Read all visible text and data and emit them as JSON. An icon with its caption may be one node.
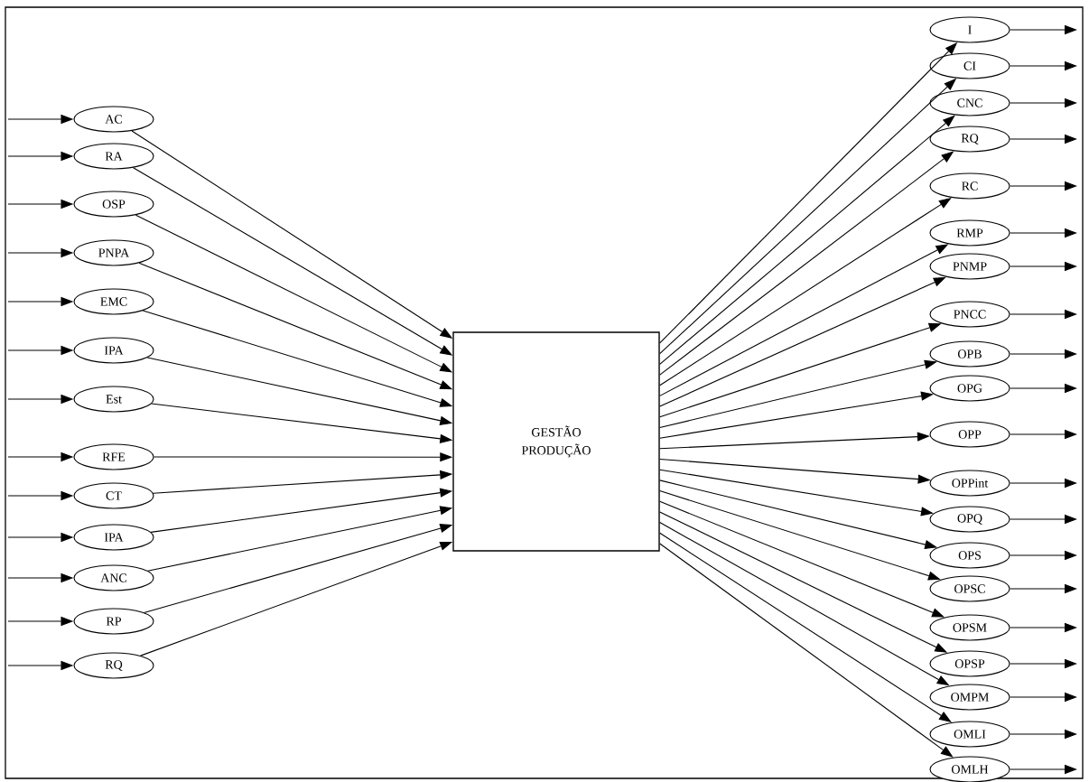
{
  "diagram": {
    "nodes": [
      {
        "text": [
          "AC"
        ]
      },
      {
        "text": [
          "RA"
        ]
      },
      {
        "text": [
          "OSP"
        ]
      },
      {
        "text": [
          "PNPA"
        ]
      },
      {
        "text": [
          "EMC"
        ]
      },
      {
        "text": [
          "IPA"
        ]
      },
      {
        "text": [
          "Est"
        ]
      },
      {
        "text": [
          "RFE"
        ]
      },
      {
        "text": [
          "CT"
        ]
      },
      {
        "text": [
          "IPA"
        ]
      },
      {
        "text": [
          "ANC"
        ]
      },
      {
        "text": [
          "RP"
        ]
      },
      {
        "text": [
          "RQ"
        ]
      },
      {
        "text": [
          "GESTÃO PRODUÇÃO"
        ]
      },
      {
        "text": [
          "I"
        ]
      },
      {
        "text": [
          "CI"
        ]
      },
      {
        "text": [
          "CNC"
        ]
      },
      {
        "text": [
          "RQ"
        ]
      },
      {
        "text": [
          "RC"
        ]
      },
      {
        "text": [
          "RMP"
        ]
      },
      {
        "text": [
          "PNMP"
        ]
      },
      {
        "text": [
          "PNCC"
        ]
      },
      {
        "text": [
          "OPB"
        ]
      },
      {
        "text": [
          "OPG"
        ]
      },
      {
        "text": [
          "OPP"
        ]
      },
      {
        "text": [
          "OPPint"
        ]
      },
      {
        "text": [
          "OPQ"
        ]
      },
      {
        "text": [
          "OPS"
        ]
      },
      {
        "text": [
          "OPSC"
        ]
      },
      {
        "text": [
          "OPSM"
        ]
      },
      {
        "text": [
          "OPSP"
        ]
      },
      {
        "text": [
          "OMPM"
        ]
      },
      {
        "text": [
          "OMLI"
        ]
      },
      {
        "text": [
          "OMLH"
        ]
      }
    ],
    "edges": [
      {
        "from": null,
        "to": 0,
        "arrow": "to"
      },
      {
        "from": null,
        "to": 1,
        "arrow": "to"
      },
      {
        "from": null,
        "to": 2,
        "arrow": "to"
      },
      {
        "from": null,
        "to": 3,
        "arrow": "to"
      },
      {
        "from": null,
        "to": 4,
        "arrow": "to"
      },
      {
        "from": null,
        "to": 5,
        "arrow": "to"
      },
      {
        "from": null,
        "to": 6,
        "arrow": "to"
      },
      {
        "from": null,
        "to": 7,
        "arrow": "to"
      },
      {
        "from": null,
        "to": 8,
        "arrow": "to"
      },
      {
        "from": null,
        "to": 9,
        "arrow": "to"
      },
      {
        "from": null,
        "to": 10,
        "arrow": "to"
      },
      {
        "from": null,
        "to": 11,
        "arrow": "to"
      },
      {
        "from": null,
        "to": 12,
        "arrow": "to"
      },
      {
        "from": 0,
        "to": 13,
        "arrow": "to"
      },
      {
        "from": 1,
        "to": 13,
        "arrow": "to"
      },
      {
        "from": 2,
        "to": 13,
        "arrow": "to"
      },
      {
        "from": 3,
        "to": 13,
        "arrow": "to"
      },
      {
        "from": 4,
        "to": 13,
        "arrow": "to"
      },
      {
        "from": 5,
        "to": 13,
        "arrow": "to"
      },
      {
        "from": 6,
        "to": 13,
        "arrow": "to"
      },
      {
        "from": 7,
        "to": 13,
        "arrow": "to"
      },
      {
        "from": 8,
        "to": 13,
        "arrow": "to"
      },
      {
        "from": 9,
        "to": 13,
        "arrow": "to"
      },
      {
        "from": 10,
        "to": 13,
        "arrow": "to"
      },
      {
        "from": 11,
        "to": 13,
        "arrow": "to"
      },
      {
        "from": 12,
        "to": 13,
        "arrow": "to"
      },
      {
        "from": 13,
        "to": 14,
        "arrow": "to"
      },
      {
        "from": 13,
        "to": 15,
        "arrow": "to"
      },
      {
        "from": 13,
        "to": 16,
        "arrow": "to"
      },
      {
        "from": 13,
        "to": 17,
        "arrow": "to"
      },
      {
        "from": 13,
        "to": 18,
        "arrow": "to"
      },
      {
        "from": 13,
        "to": 19,
        "arrow": "to"
      },
      {
        "from": 13,
        "to": 20,
        "arrow": "to"
      },
      {
        "from": 13,
        "to": 21,
        "arrow": "to"
      },
      {
        "from": 13,
        "to": 22,
        "arrow": "to"
      },
      {
        "from": 13,
        "to": 23,
        "arrow": "to"
      },
      {
        "from": 13,
        "to": 24,
        "arrow": "to"
      },
      {
        "from": 13,
        "to": 25,
        "arrow": "to"
      },
      {
        "from": 13,
        "to": 26,
        "arrow": "to"
      },
      {
        "from": 13,
        "to": 27,
        "arrow": "to"
      },
      {
        "from": 13,
        "to": 28,
        "arrow": "to"
      },
      {
        "from": 13,
        "to": 29,
        "arrow": "to"
      },
      {
        "from": 13,
        "to": 30,
        "arrow": "to"
      },
      {
        "from": 13,
        "to": 31,
        "arrow": "to"
      },
      {
        "from": 13,
        "to": 32,
        "arrow": "to"
      },
      {
        "from": 13,
        "to": 33,
        "arrow": "to"
      },
      {
        "from": 14,
        "to": null,
        "arrow": "to"
      },
      {
        "from": 15,
        "to": null,
        "arrow": "to"
      },
      {
        "from": 16,
        "to": null,
        "arrow": "to"
      },
      {
        "from": 17,
        "to": null,
        "arrow": "to"
      },
      {
        "from": 18,
        "to": null,
        "arrow": "to"
      },
      {
        "from": 19,
        "to": null,
        "arrow": "to"
      },
      {
        "from": 20,
        "to": null,
        "arrow": "to"
      },
      {
        "from": 21,
        "to": null,
        "arrow": "to"
      },
      {
        "from": 22,
        "to": null,
        "arrow": "to"
      },
      {
        "from": 23,
        "to": null,
        "arrow": "to"
      },
      {
        "from": 24,
        "to": null,
        "arrow": "to"
      },
      {
        "from": 25,
        "to": null,
        "arrow": "to"
      },
      {
        "from": 26,
        "to": null,
        "arrow": "to"
      },
      {
        "from": 27,
        "to": null,
        "arrow": "to"
      },
      {
        "from": 28,
        "to": null,
        "arrow": "to"
      },
      {
        "from": 29,
        "to": null,
        "arrow": "to"
      },
      {
        "from": 30,
        "to": null,
        "arrow": "to"
      },
      {
        "from": 31,
        "to": null,
        "arrow": "to"
      },
      {
        "from": 32,
        "to": null,
        "arrow": "to"
      },
      {
        "from": 33,
        "to": null,
        "arrow": "to"
      }
    ]
  }
}
